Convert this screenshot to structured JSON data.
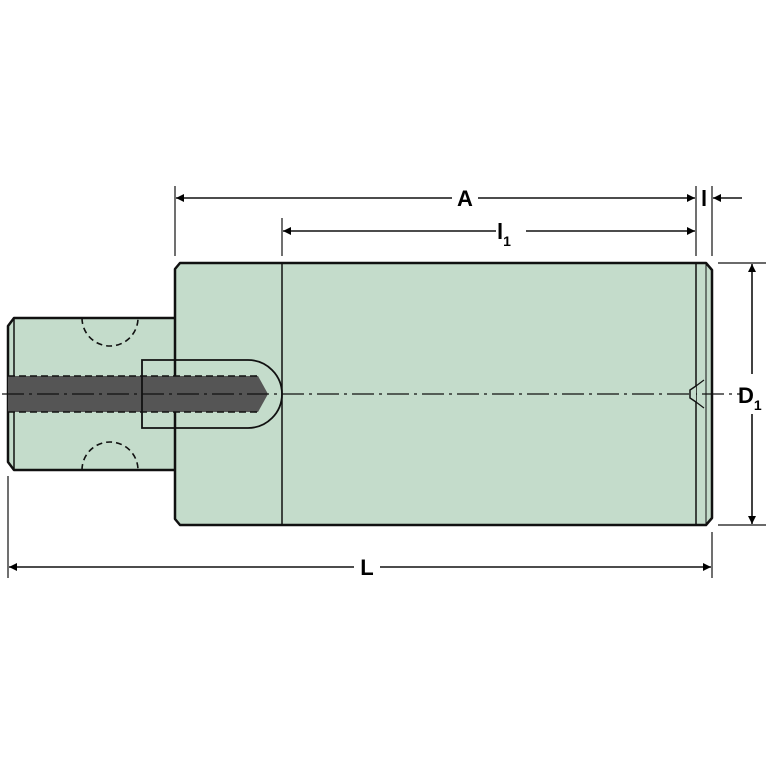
{
  "colors": {
    "body": "#c4dccb",
    "bore": "#555555",
    "outline": "#111111",
    "background": "#ffffff"
  },
  "dimensions": {
    "A": {
      "label": "A"
    },
    "l1": {
      "label": "l",
      "subscript": "1"
    },
    "l": {
      "label": "l"
    },
    "D1": {
      "label": "D",
      "subscript": "1"
    },
    "L": {
      "label": "L"
    }
  }
}
